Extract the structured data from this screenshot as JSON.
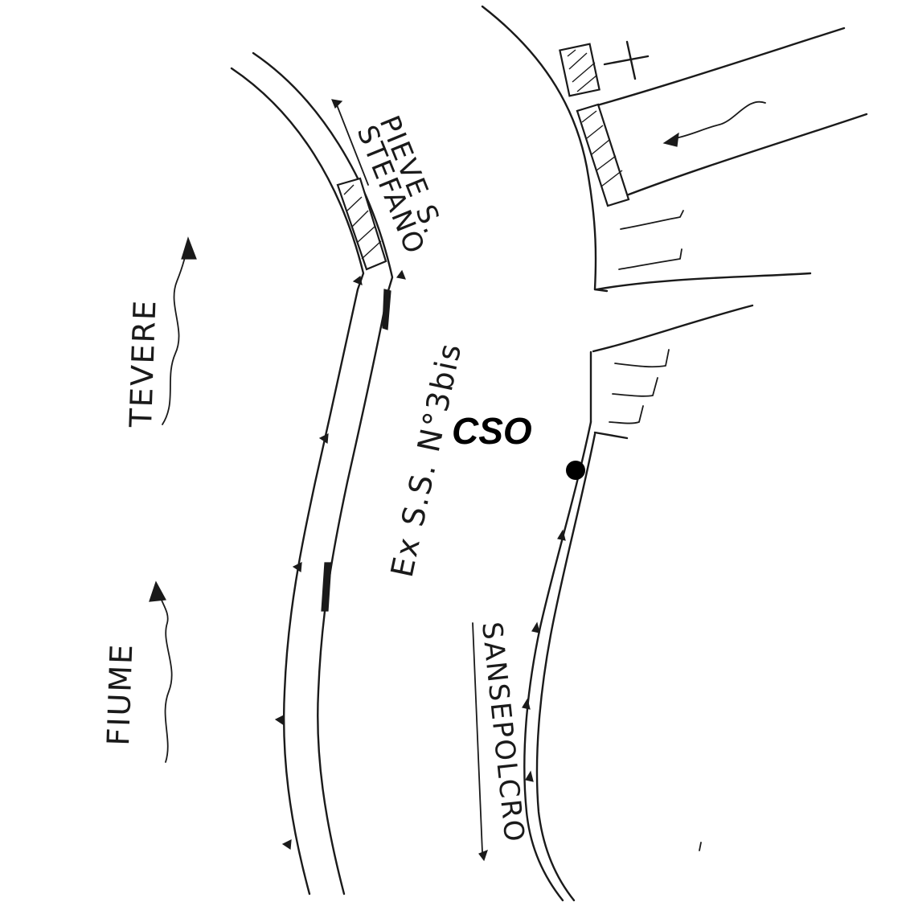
{
  "map": {
    "labels": {
      "road": "Ex S.S. N°3bis",
      "station": "CSO",
      "river_top": "TEVERE",
      "river_bottom": "FIUME",
      "direction_north_line1": "PIEVE S.",
      "direction_north_line2": "STEFANO",
      "direction_south": "SANSEPOLCRO"
    },
    "colors": {
      "ink": "#1a1a1a",
      "background": "#ffffff"
    },
    "icons": [
      "church-cross-icon",
      "flow-arrow-icon",
      "river-flow-arrow-icon",
      "station-dot-icon"
    ]
  }
}
